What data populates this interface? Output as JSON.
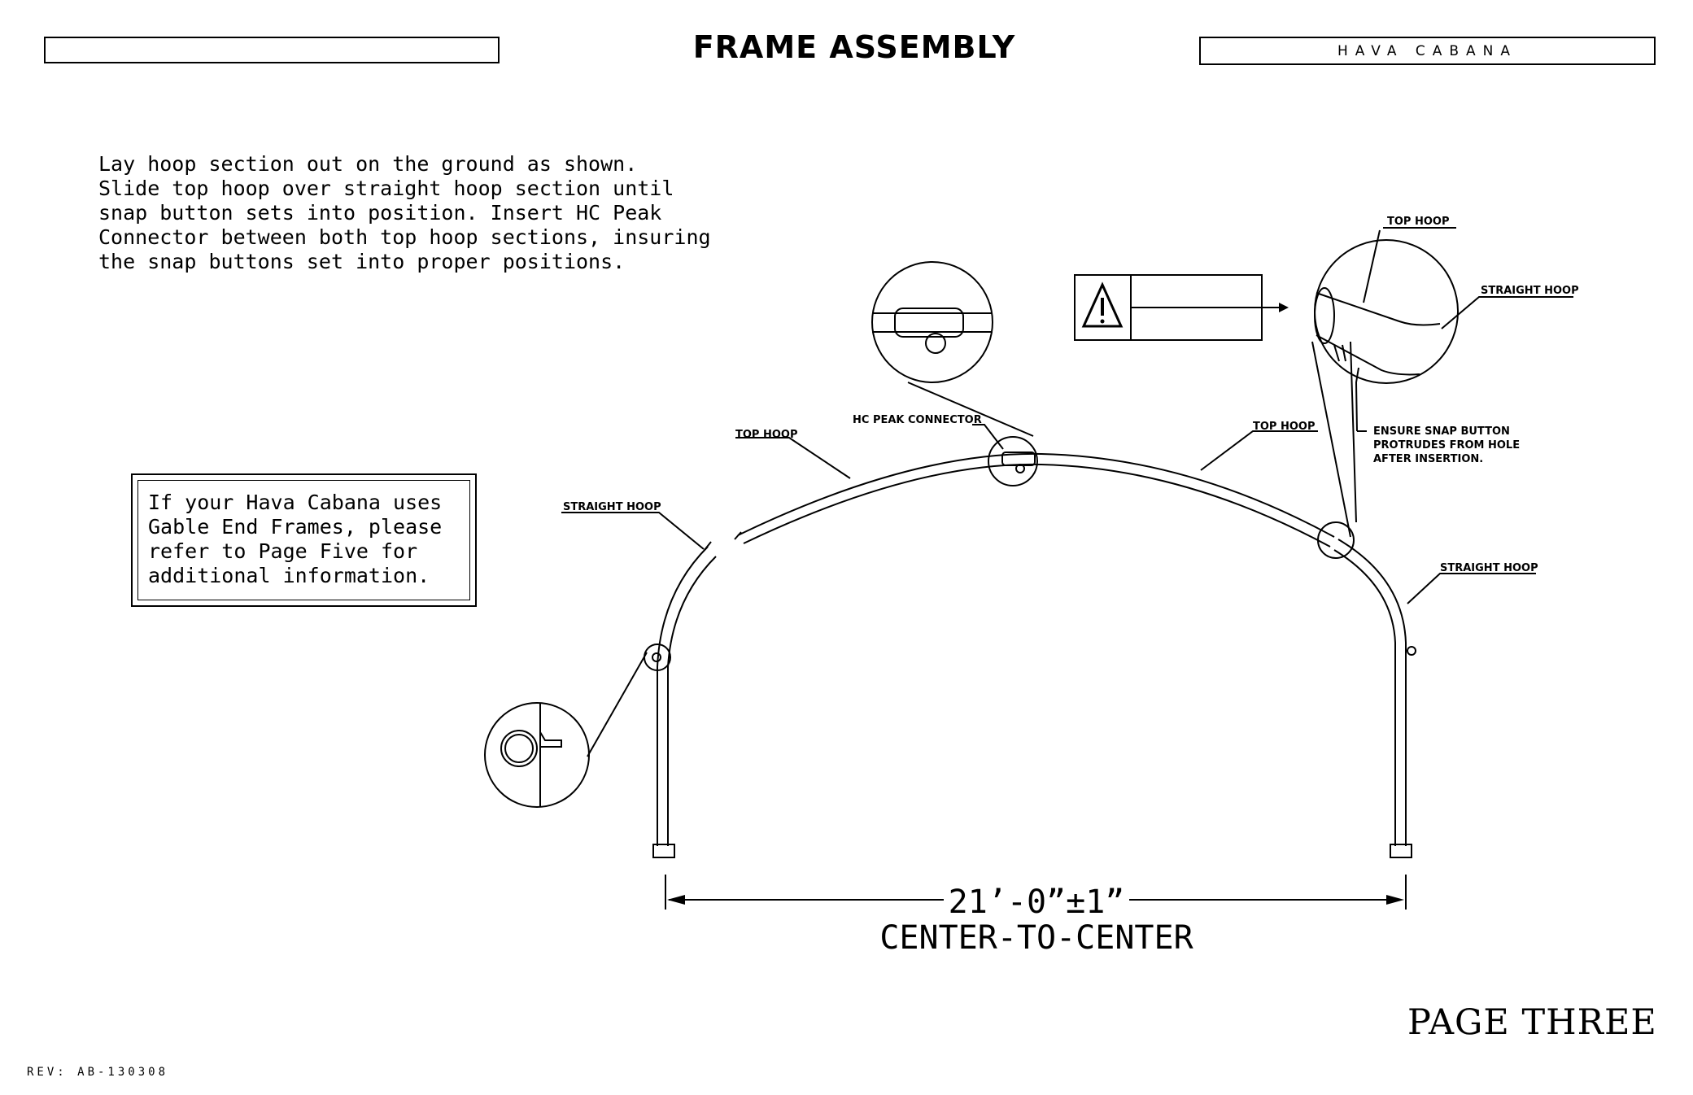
{
  "header": {
    "title": "FRAME ASSEMBLY",
    "brand": "HAVA CABANA",
    "left_box": ""
  },
  "instructions": [
    "Lay hoop section out on the ground as shown.",
    "Slide top hoop over straight hoop section until",
    "snap button sets into position. Insert HC Peak",
    "Connector between both top hoop sections, insuring",
    "the snap buttons set into proper positions."
  ],
  "gable_note": [
    "If your Hava Cabana uses",
    "Gable End Frames, please",
    "refer to Page Five for",
    "additional information."
  ],
  "labels": {
    "top_hoop_left": "TOP HOOP",
    "hc_peak_connector": "HC PEAK CONNECTOR",
    "top_hoop_right": "TOP HOOP",
    "straight_hoop_left": "STRAIGHT HOOP",
    "straight_hoop_right": "STRAIGHT HOOP",
    "detail_top_hoop": "TOP HOOP",
    "detail_straight_hoop": "STRAIGHT HOOP",
    "snap_note": [
      "ENSURE SNAP BUTTON",
      "PROTRUDES FROM HOLE",
      "AFTER INSERTION."
    ]
  },
  "dimension": {
    "value": "21’-0”±1”",
    "caption": "CENTER-TO-CENTER"
  },
  "footer": {
    "page": "PAGE THREE",
    "revision": "REV: AB-130308"
  },
  "icons": [
    "warning-triangle-icon"
  ]
}
